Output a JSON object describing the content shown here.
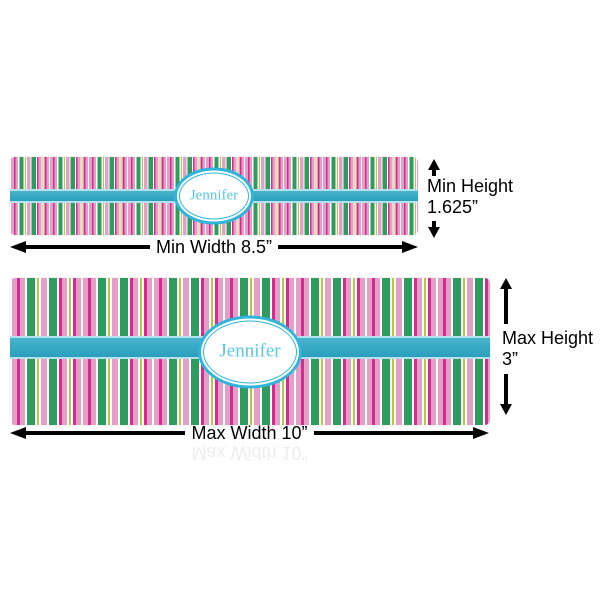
{
  "preview": {
    "min_label": {
      "name": "Jennifer",
      "width_label": "Min Width 8.5”",
      "height_line1": "Min Height",
      "height_line2": "1.625”"
    },
    "max_label": {
      "name": "Jennifer",
      "width_label": "Max Width 10”",
      "height_line1": "Max Height",
      "height_line2": "3”"
    }
  },
  "colors": {
    "page_background": "#ffffff",
    "stripe_pink": "#E49FC7",
    "stripe_magenta": "#D42B90",
    "stripe_green": "#2E9B5F",
    "stripe_chartreuse": "#B7C944",
    "stripe_white": "#FFFFFF",
    "ribbon_teal": "#35A8C4",
    "ribbon_edge": "#B5E1ED",
    "oval_border": "#2FB5D9",
    "name_text": "#5BC8E0",
    "arrow_black": "#000000"
  }
}
